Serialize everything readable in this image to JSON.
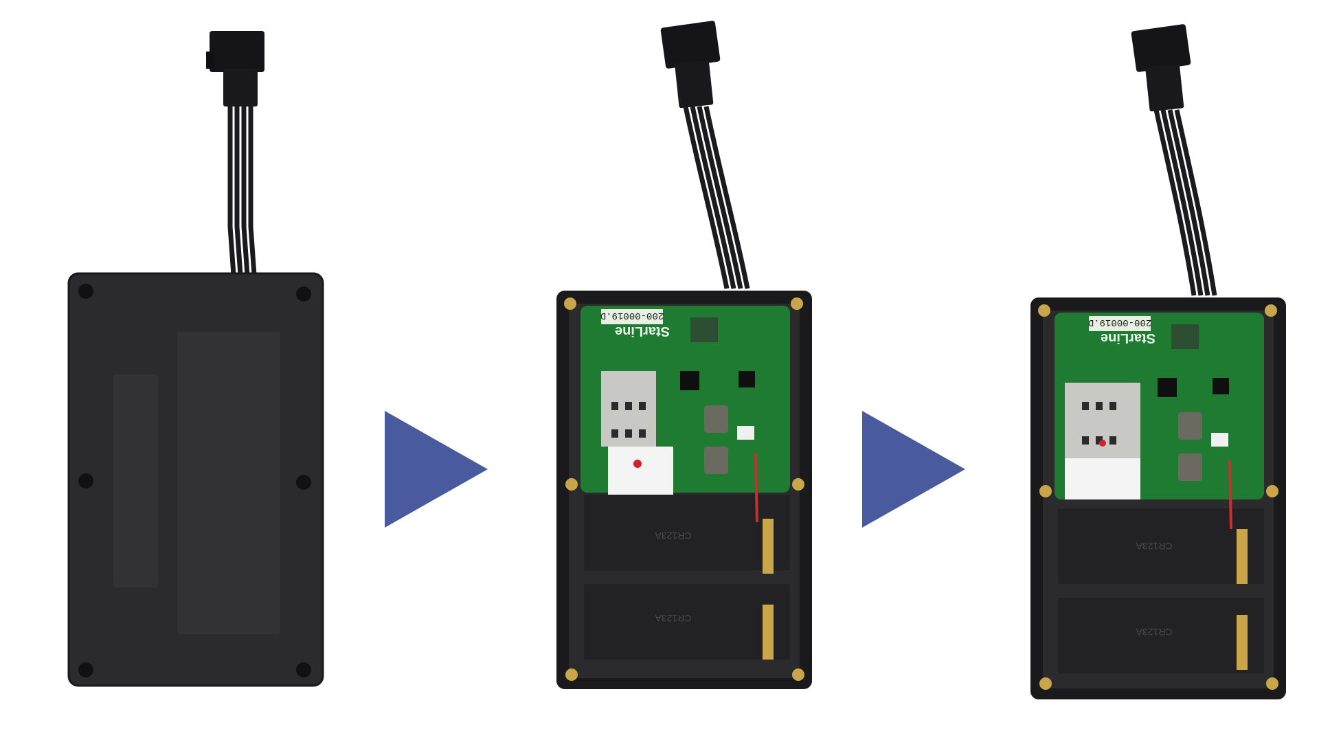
{
  "colors": {
    "background": "#ffffff",
    "arrow": "#4a5a9e",
    "enclosure": "#2b2b2d",
    "enclosure_edge": "#1a1a1c",
    "pcb": "#1f7a32",
    "pcb_dark": "#175e26",
    "cable": "#1b1b1d",
    "connector": "#151517",
    "battery_holder": "#222224",
    "sim_card": "#f4f4f4",
    "contacts": "#c9a64a"
  },
  "panels": [
    {
      "id": "closed",
      "icons": [
        "tracker-closed-case-icon",
        "connector-icon",
        "screw-icon"
      ]
    },
    {
      "id": "open-with-sim",
      "board_brand": "StarLine",
      "board_part": "200-00019.D",
      "battery_label": "CR123A",
      "icons": [
        "tracker-open-case-icon",
        "sim-card-icon",
        "battery-holder-icon"
      ]
    },
    {
      "id": "open-sim-inserted",
      "board_brand": "StarLine",
      "board_part": "200-00019.D",
      "battery_label": "CR123A",
      "icons": [
        "tracker-open-case-icon",
        "sim-card-icon",
        "battery-holder-icon"
      ]
    }
  ],
  "arrows": [
    "arrow-right-icon",
    "arrow-right-icon"
  ]
}
